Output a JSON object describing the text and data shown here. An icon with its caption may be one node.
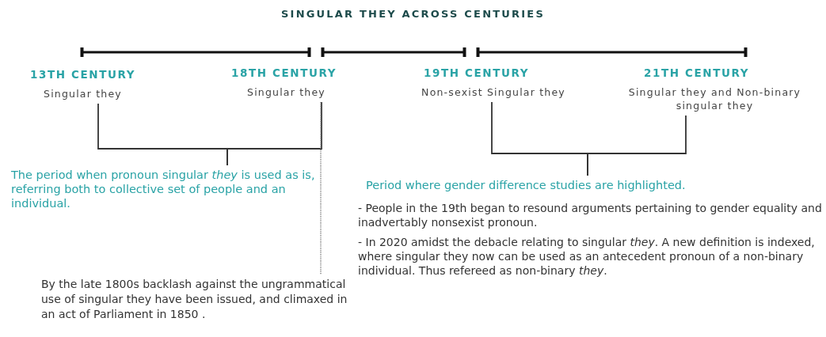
{
  "diagram": {
    "title": "SINGULAR THEY ACROSS CENTURIES",
    "nodes": [
      {
        "text": [
          "13TH CENTURY",
          "Singular they"
        ]
      },
      {
        "text": [
          "18TH CENTURY",
          "Singular they"
        ]
      },
      {
        "text": [
          "19TH CENTURY",
          "Non-sexist Singular they"
        ]
      },
      {
        "text": [
          "21TH CENTURY",
          "Singular they and Non-binary singular they"
        ]
      },
      {
        "text": [
          "The period when pronoun singular *they* is used as is, referring both to collective set of people and an individual."
        ]
      },
      {
        "text": [
          "By the late 1800s backlash against the ungrammatical use of singular they have been issued, and climaxed in an act of Parliament in 1850 ."
        ]
      },
      {
        "text": [
          "Period where gender difference studies are highlighted."
        ]
      }
    ],
    "edges": [
      {
        "from": 0,
        "to": 4,
        "arrow": "none"
      },
      {
        "from": 1,
        "to": 4,
        "arrow": "none"
      },
      {
        "from": 1,
        "to": 5,
        "arrow": "none",
        "style": "dashed"
      },
      {
        "from": 2,
        "to": 6,
        "arrow": "none"
      },
      {
        "from": 3,
        "to": 6,
        "arrow": "none"
      }
    ],
    "labels": [
      "- People in the 19th began to resound arguments pertaining to gender equality and inadvertably nonsexist pronoun.",
      "- In 2020 amidst the debacle relating to singular *they*. A new definition is indexed, where singular they now can be used as an antecedent pronoun of a non-binary individual. Thus refereed as non-binary *they*."
    ]
  }
}
